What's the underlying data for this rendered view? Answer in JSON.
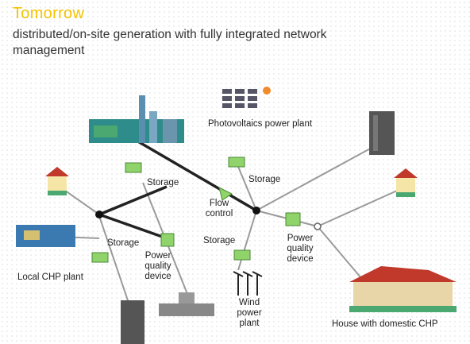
{
  "header": {
    "title": "Tomorrow",
    "subtitle": "distributed/on-site generation with fully integrated network management"
  },
  "labels": {
    "photovoltaics": "Photovoltaics power plant",
    "storage_1": "Storage",
    "storage_2": "Storage",
    "storage_3": "Storage",
    "storage_4": "Storage",
    "flow_control": "Flow control",
    "power_quality_1": "Power quality device",
    "power_quality_2": "Power quality device",
    "local_chp": "Local CHP plant",
    "wind": "Wind power plant",
    "house_chp": "House with domestic CHP"
  },
  "colors": {
    "title": "#f5c400",
    "device_fill": "#8fd36a",
    "trunk_line": "#222222",
    "branch_line": "#9a9a9a"
  }
}
